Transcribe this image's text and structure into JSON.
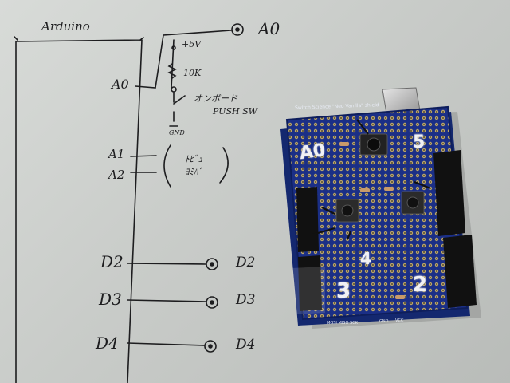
{
  "sketch": {
    "title": "Arduino",
    "pin_a0_left": "A0",
    "pin_a0_right": "A0",
    "supply": "+5V",
    "resistor": "10K",
    "switch_note_jp": "オンボード",
    "switch_note": "PUSH SW",
    "ground": "GND",
    "pin_a1": "A1",
    "pin_a2": "A2",
    "bracket_line1": "ﾄﾋﾞｭ",
    "bracket_line2": "ﾖﾐﾊﾞ",
    "pin_d2_left": "D2",
    "pin_d2_right": "D2",
    "pin_d3_left": "D3",
    "pin_d3_right": "D3",
    "pin_d4_left": "D4",
    "pin_d4_right": "D4"
  },
  "board": {
    "label": "Switch Science \"Neo Vanilla\" shield",
    "painted_numbers": [
      "A0",
      "5",
      "4",
      "3",
      "2"
    ],
    "footer_spi": "MOSI MISO SCK",
    "footer_gnd": "GND",
    "footer_vcc": "VCC"
  },
  "colors": {
    "paper": "#d4d6d3",
    "ink": "#1d1d1f",
    "board_blue": "#1b2f86",
    "paint_white": "#f1f1f4",
    "header_black": "#111111"
  }
}
